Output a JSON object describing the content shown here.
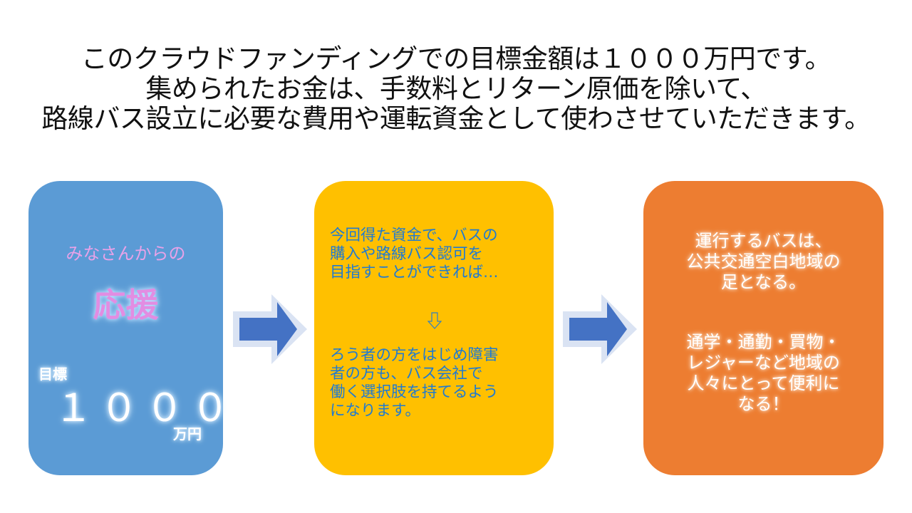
{
  "headline": {
    "lines": [
      "このクラウドファンディングでの目標金額は１０００万円です。",
      "集められたお金は、手数料とリターン原価を除いて、",
      "路線バス設立に必要な費用や運転資金として使わさせていただきます。"
    ]
  },
  "support_box": {
    "intro": "みなさんからの",
    "big_word": "応援",
    "goal_label": "目標",
    "goal_amount": "１０００",
    "goal_unit": "万円",
    "color": "#5b9bd5"
  },
  "plan_box": {
    "paragraph1": [
      "今回得た資金で、バスの",
      "購入や路線バス認可を",
      "目指すことができれば…"
    ],
    "down_arrow_icon": "down-arrow-outline",
    "paragraph2": [
      "ろう者の方をはじめ障害",
      "者の方も、バス会社で",
      "働く選択肢を持てるよう",
      "になります。"
    ],
    "color": "#ffc000"
  },
  "impact_box": {
    "paragraph1": [
      "運行するバスは、",
      "公共交通空白地域の",
      "足となる。"
    ],
    "paragraph2": [
      "通学・通勤・買物・",
      "レジャーなど地域の",
      "人々にとって便利に",
      "なる！"
    ],
    "color": "#ed7d31"
  },
  "arrows": {
    "icon": "right-arrow",
    "fill": "#4472c4",
    "outline": "#dae3f3"
  }
}
